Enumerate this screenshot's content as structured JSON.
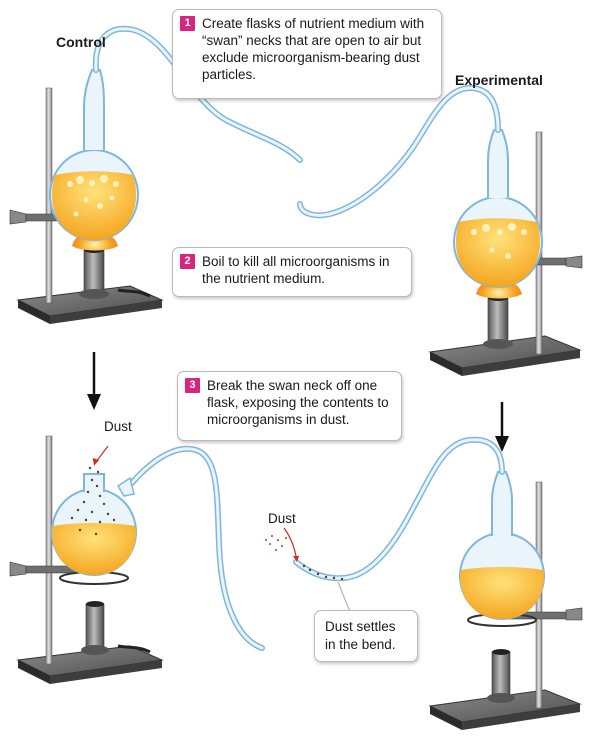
{
  "headings": {
    "control": "Control",
    "experimental": "Experimental"
  },
  "steps": [
    {
      "number": "1",
      "text": "Create flasks of nutrient medium with “swan” necks that are open to air but exclude microorganism-bearing dust particles."
    },
    {
      "number": "2",
      "text": "Boil to kill all microorganisms in the nutrient medium."
    },
    {
      "number": "3",
      "text": "Break the swan neck off one flask, exposing the contents to microorganisms in dust."
    }
  ],
  "labels": {
    "dust_control": "Dust",
    "dust_experimental": "Dust",
    "settle_note": "Dust settles in the bend."
  },
  "colors": {
    "step_badge": "#d6247f",
    "medium": "#f6b21a",
    "glass": "#7fb6dc",
    "dust": "#a0171c",
    "flame": "#f07c1e"
  }
}
